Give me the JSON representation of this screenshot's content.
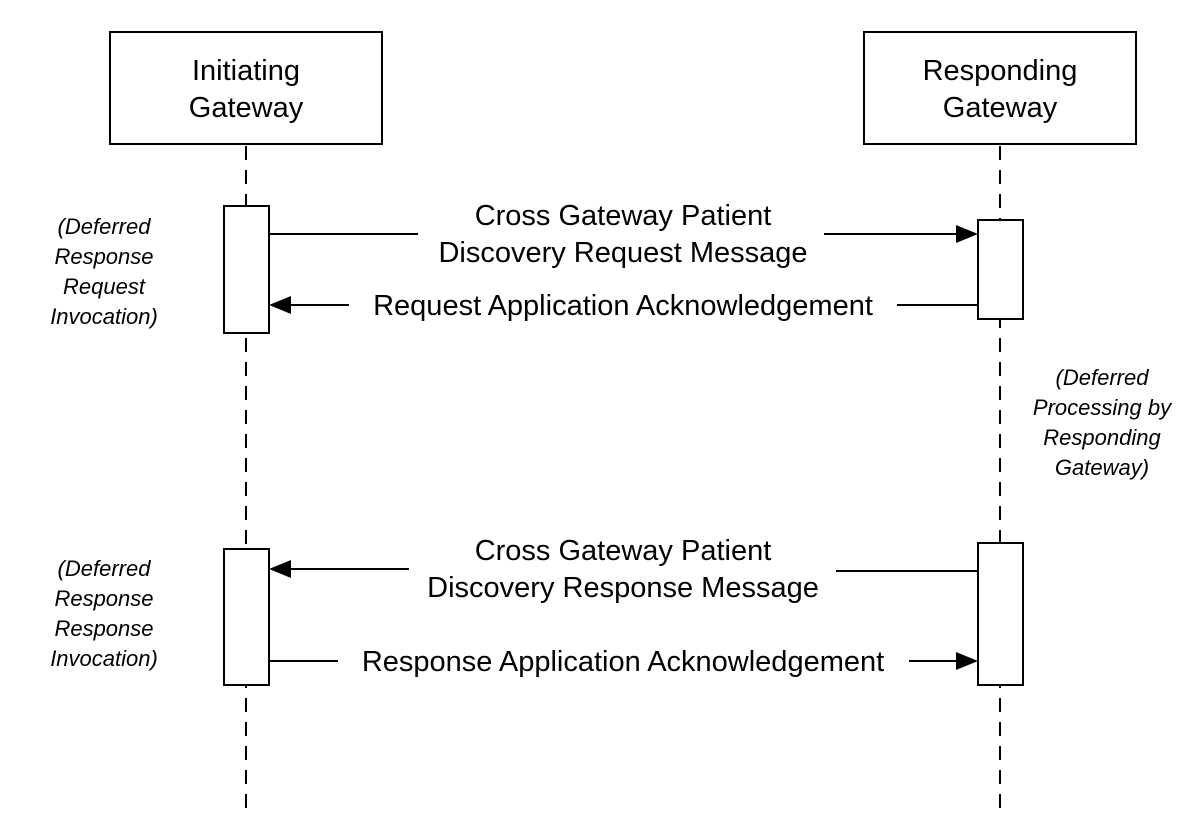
{
  "actors": {
    "initiating": {
      "line1": "Initiating",
      "line2": "Gateway"
    },
    "responding": {
      "line1": "Responding",
      "line2": "Gateway"
    }
  },
  "messages": {
    "xcpd_request": {
      "line1": "Cross Gateway Patient",
      "line2": "Discovery Request Message"
    },
    "request_ack": {
      "line1": "Request Application Acknowledgement"
    },
    "xcpd_response": {
      "line1": "Cross Gateway Patient",
      "line2": "Discovery Response Message"
    },
    "response_ack": {
      "line1": "Response Application Acknowledgement"
    }
  },
  "notes": {
    "deferred_request": [
      "(Deferred",
      "Response",
      "Request",
      "Invocation)"
    ],
    "deferred_processing": [
      "(Deferred",
      "Processing by",
      "Responding",
      "Gateway)"
    ],
    "deferred_response": [
      "(Deferred",
      "Response",
      "Response",
      "Invocation)"
    ]
  }
}
